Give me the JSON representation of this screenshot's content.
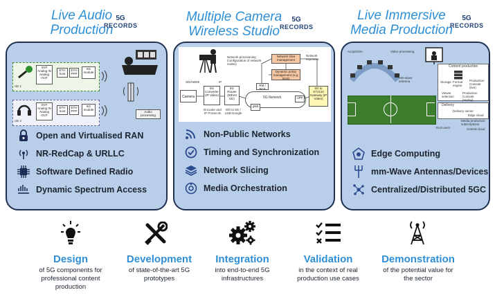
{
  "columns": [
    {
      "title_line1": "Live Audio",
      "title_line2": "Production",
      "features": [
        {
          "label": "Open and Virtualised RAN",
          "icon": "lock-icon"
        },
        {
          "label": "NR-RedCap & URLLC",
          "icon": "antenna-signal-icon"
        },
        {
          "label": "Software Defined Radio",
          "icon": "chip-icon"
        },
        {
          "label": "Dynamic Spectrum Access",
          "icon": "spectrum-icon"
        }
      ]
    },
    {
      "title_line1": "Multiple Camera",
      "title_line2": "Wireless Studio",
      "features": [
        {
          "label": "Non-Public Networks",
          "icon": "wifi-icon"
        },
        {
          "label": "Timing and Synchronization",
          "icon": "check-circle-icon"
        },
        {
          "label": "Network Slicing",
          "icon": "layers-icon"
        },
        {
          "label": "Media Orchestration",
          "icon": "orchestration-icon"
        }
      ]
    },
    {
      "title_line1": "Live Immersive",
      "title_line2": "Media Production",
      "features": [
        {
          "label": "Edge Computing",
          "icon": "edge-icon"
        },
        {
          "label": "mm-Wave Antennas/Devices",
          "icon": "mmwave-antenna-icon"
        },
        {
          "label": "Centralized/Distributed 5GC",
          "icon": "network-nodes-icon"
        }
      ]
    }
  ],
  "logo": {
    "top": "5G",
    "bottom": "RECORDS"
  },
  "diagram_audio": {
    "ue1": "UE 1",
    "ue2": "UE 2",
    "xnt": "XNT",
    "analog_in": "Analog IN",
    "analog_out": "Analog OUT",
    "eth_host": "ETH host",
    "eth_ppp": "ETH PPP",
    "module": "5G module",
    "audio_processing": "Audio processing"
  },
  "diagram_studio": {
    "camera": "Camera",
    "sdi_hdmi": "SDI/HDMI",
    "ip": "IP",
    "converter": "5G Converter (IP Video)",
    "router": "5G Router (Ethrnt 5G)",
    "encoder": "Encoder and IP Protocols",
    "eth_dongle": "Eth to 5G / USB Dongle",
    "provisioning": "Network provisioning (configuration of network nodes)",
    "slice_mgmt": "Network slice management",
    "policy": "Dynamic policy management (e.g. QoS)",
    "nw_exposure": "Network exposure",
    "rm_pcf": "RM / PCF",
    "gnb": "gNB",
    "network": "5G Network",
    "upf": "UPF",
    "gateway": "5G to ST2110 Gateway (IP Video)"
  },
  "diagram_immersive": {
    "acquisition": "Acquisition",
    "video_processing": "Video processing",
    "mmwave": "Mm-wave antenna",
    "content_production": "Content production",
    "storage": "Storage",
    "vr_engine": "Format engine",
    "prod_console": "Production Console (live)",
    "viewer_selection": "Viewer selection",
    "prod_console2": "Production Console (replay)",
    "delivery": "Delivery",
    "delivery_server": "Delivery server",
    "edge_cloud": "Edge cloud",
    "end_users": "End users",
    "media_prod": "Media production subscriptions",
    "central_cloud": "Central cloud"
  },
  "stages": [
    {
      "title": "Design",
      "desc_lines": [
        "of 5G components for",
        "professional content",
        "production"
      ],
      "icon": "lightbulb-icon"
    },
    {
      "title": "Development",
      "desc_lines": [
        "of state-of-the-art 5G",
        "prototypes"
      ],
      "icon": "tools-icon"
    },
    {
      "title": "Integration",
      "desc_lines": [
        "into end-to-end 5G",
        "infrastructures"
      ],
      "icon": "gears-icon"
    },
    {
      "title": "Validation",
      "desc_lines": [
        "in the context of real",
        "production use cases"
      ],
      "icon": "checklist-icon"
    },
    {
      "title": "Demonstration",
      "desc_lines": [
        "of the potential value for",
        "the sector"
      ],
      "icon": "tower-icon"
    }
  ]
}
